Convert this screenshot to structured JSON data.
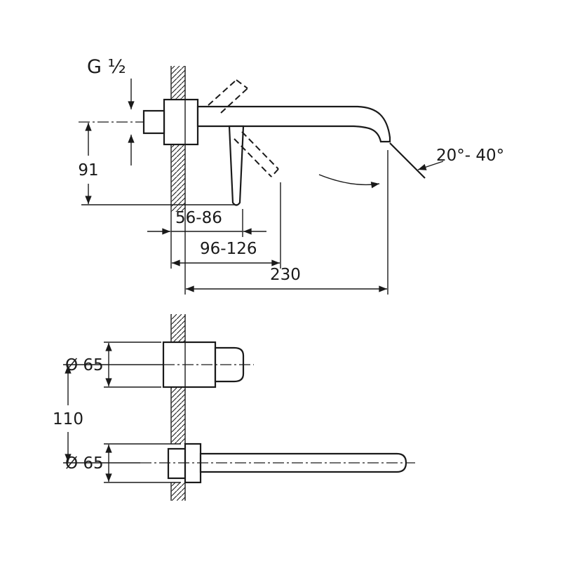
{
  "page": {
    "background": "#ffffff",
    "line_color": "#1a1a1a",
    "type": "technical-dimension-drawing",
    "subject": "wall-mounted-basin-mixer-two-hole"
  },
  "top_view": {
    "thread_size": "G ¹⁄₂",
    "center_height": "91",
    "wall_depth_range": "56-86",
    "handle_depth_range": "96-126",
    "spout_projection": "230",
    "spout_angle_range": "20°- 40°"
  },
  "bottom_view": {
    "handle_escutcheon_diameter": "Ø 65",
    "spout_escutcheon_diameter": "Ø 65",
    "center_distance": "110"
  }
}
